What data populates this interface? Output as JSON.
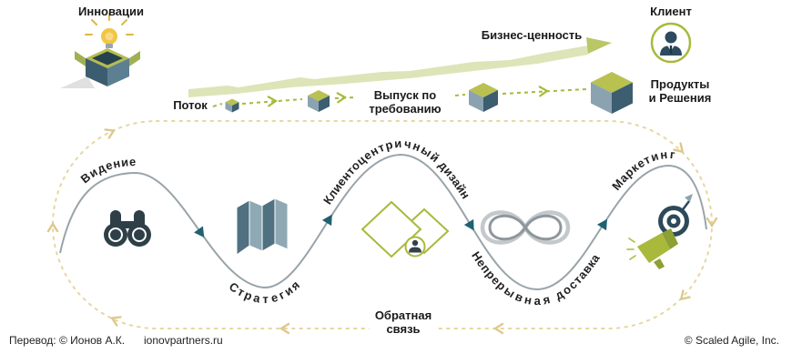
{
  "diagram": {
    "top": {
      "innovations": "Инновации",
      "client": "Клиент",
      "business_value": "Бизнес-ценность",
      "flow": "Поток",
      "release_on_demand": [
        "Выпуск по",
        "требованию"
      ],
      "products": [
        "Продукты",
        "и Решения"
      ]
    },
    "loop": {
      "vision": "Видение",
      "strategy": "Стратегия",
      "customer_centric_design": "Клиентоцентричный дизайн",
      "continuous_delivery": "Непрерывная доставка",
      "marketing": "Маркетинг",
      "feedback": [
        "Обратная",
        "связь"
      ]
    },
    "footer": {
      "translation": "Перевод: © Ионов А.К.",
      "website": "ionovpartners.ru",
      "copyright": "© Scaled Agile,  Inc."
    },
    "icons": {
      "innovation": "box-lightbulb-icon",
      "client": "person-badge-icon",
      "flow_items": "iso-cube-icon",
      "vision": "binoculars-icon",
      "strategy": "folded-map-icon",
      "design": "double-diamond-person-icon",
      "delivery": "infinity-loop-icon",
      "marketing": "target-megaphone-icon"
    },
    "colors": {
      "olive_accent": "#a9b93c",
      "cube_top": "#b9c150",
      "cube_light": "#8ba3b0",
      "cube_dark": "#3d5d70",
      "feedback_dash": "#e7d6a0",
      "journey_gray": "#99a4aa",
      "curve_arrow_teal": "#1f6170",
      "value_band": "#cdd795",
      "navy": "#2e4a5e"
    }
  }
}
